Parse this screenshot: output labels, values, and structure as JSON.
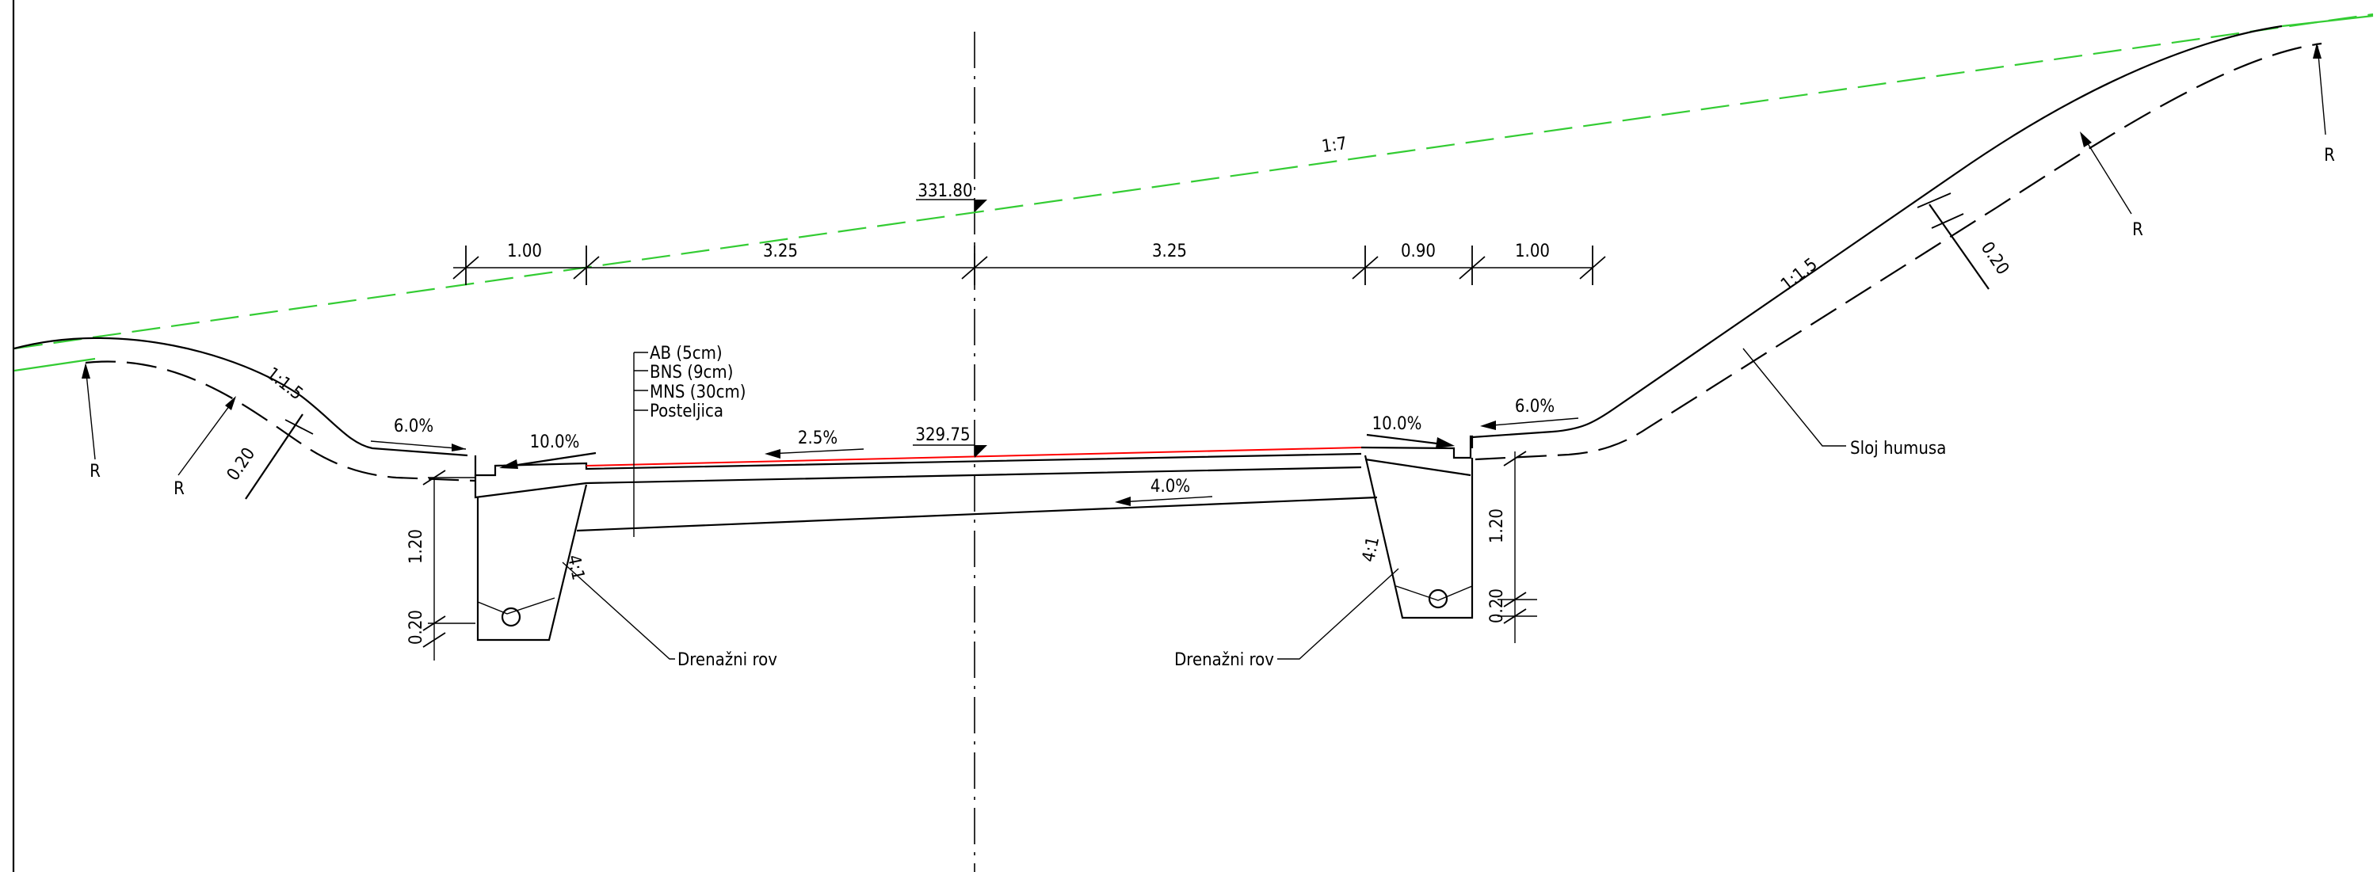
{
  "colors": {
    "line": "#000000",
    "terrain_line": "#33cc33",
    "red_line": "#ff0000",
    "background": "#ffffff"
  },
  "elevations": {
    "top": "331.80",
    "road": "329.75"
  },
  "terrain_slope": "1:7",
  "dimensions_top": [
    "1.00",
    "3.25",
    "3.25",
    "0.90",
    "1.00"
  ],
  "slopes": {
    "left_embankment": "1:1.5",
    "right_embankment": "1:1.5",
    "left_shoulder": "6.0%",
    "left_gutter": "10.0%",
    "carriageway": "2.5%",
    "subgrade": "4.0%",
    "right_gutter": "10.0%",
    "right_shoulder": "6.0%",
    "left_trench_wall": "4:1",
    "right_trench_wall": "4:1"
  },
  "layers": [
    "AB (5cm)",
    "BNS (9cm)",
    "MNS (30cm)",
    "Posteljica"
  ],
  "labels": {
    "left_drain": "Drenažni rov",
    "right_drain": "Drenažni rov",
    "topsoil": "Sloj humusa"
  },
  "radius_label": "R",
  "thickness": {
    "left_humus": "0.20",
    "right_humus": "0.20"
  },
  "trench_depths": {
    "left_depth": "1.20",
    "left_bottom": "0.20",
    "right_depth": "1.20",
    "right_bottom": "0.20"
  }
}
